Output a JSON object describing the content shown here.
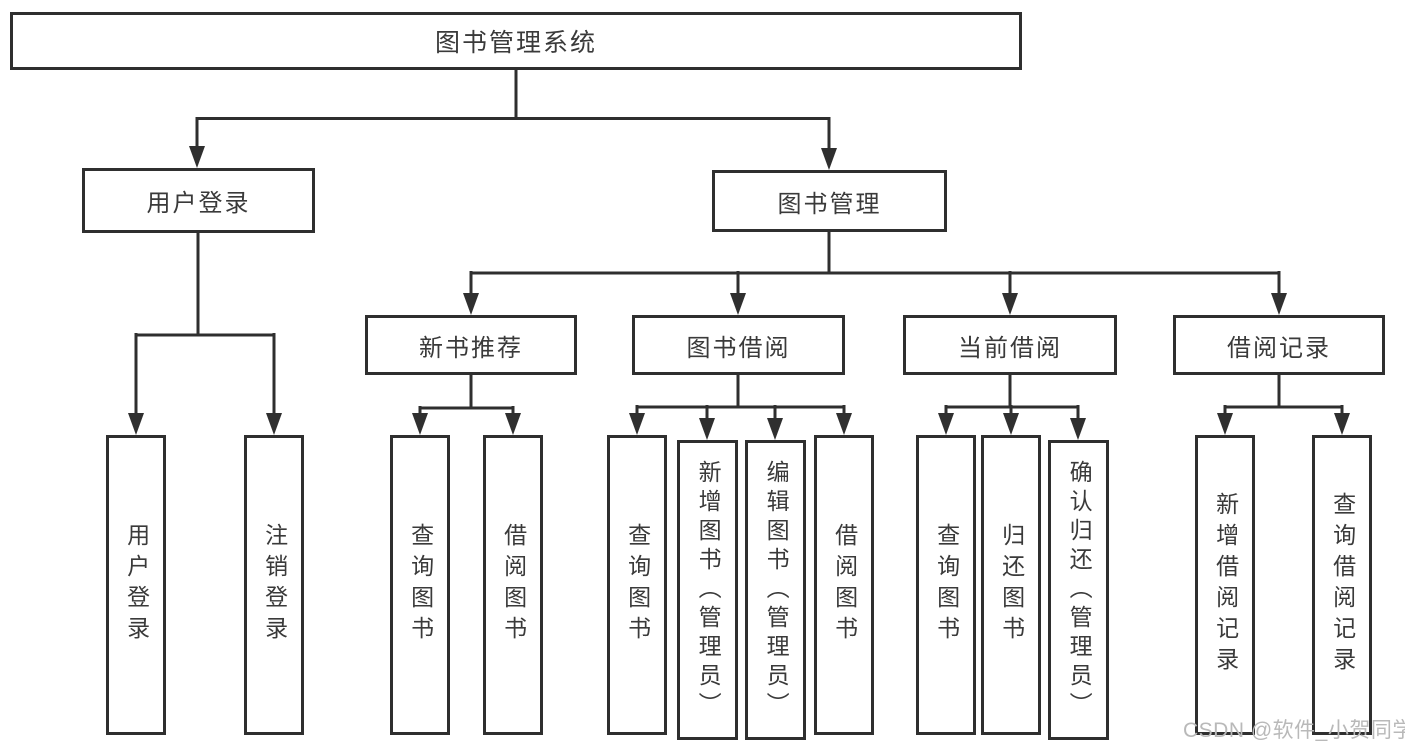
{
  "diagram_title": "图书管理系统",
  "watermark": "CSDN @软件_小贺同学",
  "colors": {
    "line": "#2f2f2f",
    "text": "#3a3a3a",
    "background": "#ffffff",
    "watermark": "#b9b9b9"
  },
  "tree": {
    "root": {
      "label": "图书管理系统"
    },
    "branches": [
      {
        "label": "用户登录",
        "children": [
          {
            "label": "用户登录"
          },
          {
            "label": "注销登录"
          }
        ]
      },
      {
        "label": "图书管理",
        "children": [
          {
            "label": "新书推荐",
            "children": [
              {
                "label": "查询图书"
              },
              {
                "label": "借阅图书"
              }
            ]
          },
          {
            "label": "图书借阅",
            "children": [
              {
                "label": "查询图书"
              },
              {
                "label": "新增图书（管理员）"
              },
              {
                "label": "编辑图书（管理员）"
              },
              {
                "label": "借阅图书"
              }
            ]
          },
          {
            "label": "当前借阅",
            "children": [
              {
                "label": "查询图书"
              },
              {
                "label": "归还图书"
              },
              {
                "label": "确认归还（管理员）"
              }
            ]
          },
          {
            "label": "借阅记录",
            "children": [
              {
                "label": "新增借阅记录"
              },
              {
                "label": "查询借阅记录"
              }
            ]
          }
        ]
      }
    ]
  }
}
